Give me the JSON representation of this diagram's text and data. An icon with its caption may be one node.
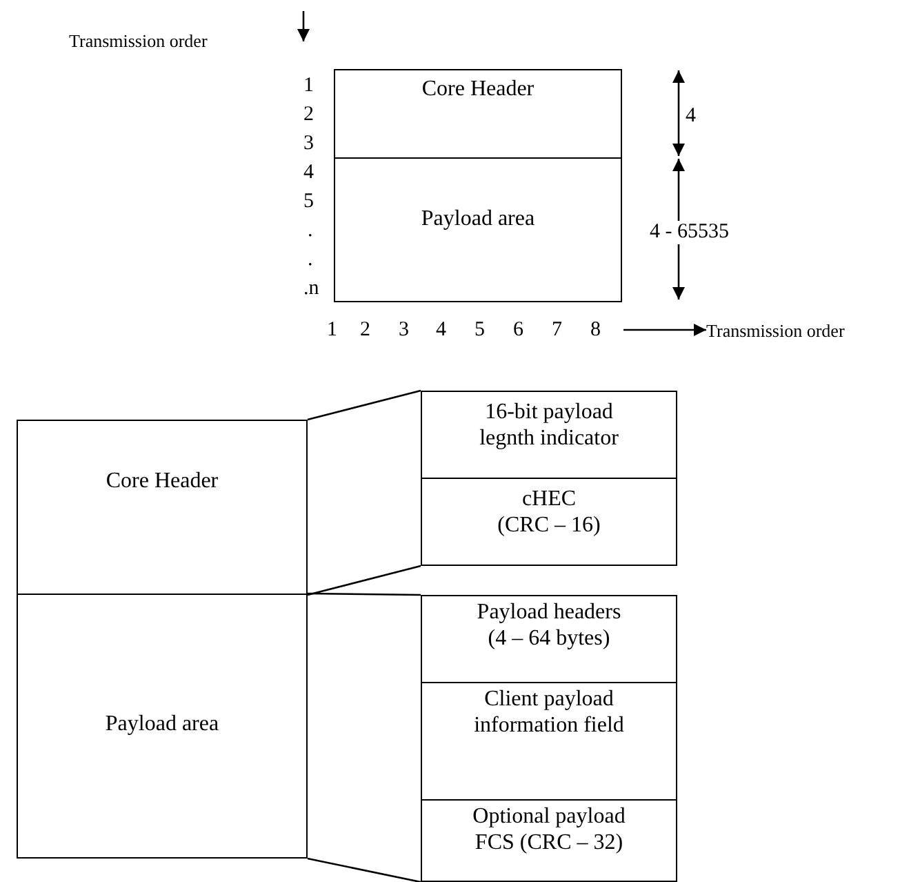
{
  "diagram": {
    "nodes": [
      {
        "text": [
          "Core Header"
        ]
      },
      {
        "text": [
          "Payload area"
        ]
      },
      {
        "text": [
          "Core Header"
        ]
      },
      {
        "text": [
          "Payload area"
        ]
      },
      {
        "text": [
          "16-bit payload legnth indicator"
        ]
      },
      {
        "text": [
          "cHEC (CRC – 16)"
        ]
      },
      {
        "text": [
          "Payload headers (4 – 64 bytes)"
        ]
      },
      {
        "text": [
          "Client payload information field"
        ]
      },
      {
        "text": [
          "Optional payload FCS (CRC – 32)"
        ]
      }
    ],
    "edges": [
      {
        "from": 2,
        "to": 4,
        "arrow": "none"
      },
      {
        "from": 2,
        "to": 5,
        "arrow": "none"
      },
      {
        "from": 3,
        "to": 6,
        "arrow": "none"
      },
      {
        "from": 3,
        "to": 8,
        "arrow": "none"
      }
    ],
    "labels": [
      "Transmission order",
      "1",
      "2",
      "4",
      "3",
      "4",
      "5",
      "4 - 65535",
      ".",
      ".",
      ".n",
      "1",
      "2",
      "3",
      "4",
      "5",
      "6",
      "7",
      "8",
      "Transmission order"
    ]
  }
}
